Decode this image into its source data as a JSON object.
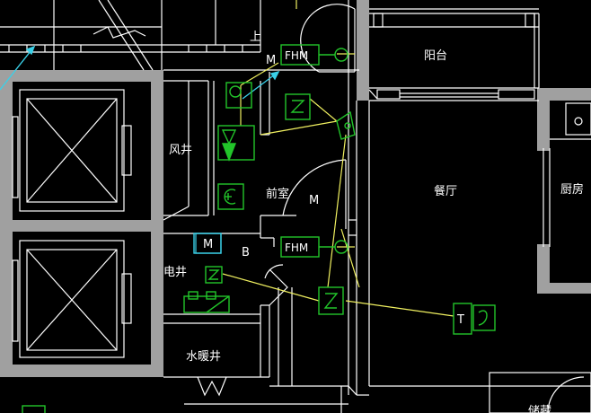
{
  "labels": {
    "balcony": "阳台",
    "dining": "餐厅",
    "kitchen": "厨房",
    "fan_shaft": "风井",
    "anteroom": "前室",
    "electrical_shaft": "电井",
    "water_heating_shaft": "水暖井",
    "up": "上",
    "m_top": "M",
    "m_mid": "M",
    "b": "B",
    "m_box": "M",
    "fhm_top": "FHM",
    "fhm_bottom": "FHM",
    "t_box": "T",
    "bottom_right_partial": "储藏"
  },
  "colors": {
    "background": "#000000",
    "wall_fill": "#a0a0a0",
    "line_white": "#ffffff",
    "device_green": "#22c52a",
    "wire_yellow": "#f0f060",
    "cyan": "#3ad0e8"
  }
}
